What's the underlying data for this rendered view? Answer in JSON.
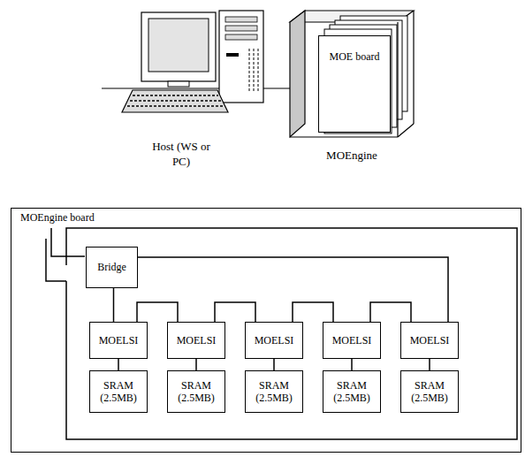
{
  "diagram": {
    "nodes": [
      {
        "text": [
          "MOEngine"
        ]
      },
      {
        "text": [
          "MOE board"
        ],
        "in": 0
      },
      {
        "text": [
          "MOEngine board"
        ]
      },
      {
        "text": [
          "Bridge"
        ],
        "in": 2
      },
      {
        "text": [
          "MOELSI"
        ],
        "in": 2
      },
      {
        "text": [
          "MOELSI"
        ],
        "in": 2
      },
      {
        "text": [
          "MOELSI"
        ],
        "in": 2
      },
      {
        "text": [
          "MOELSI"
        ],
        "in": 2
      },
      {
        "text": [
          "MOELSI"
        ],
        "in": 2
      },
      {
        "text": [
          "SRAM (2.5MB)"
        ],
        "in": 2
      },
      {
        "text": [
          "SRAM (2.5MB)"
        ],
        "in": 2
      },
      {
        "text": [
          "SRAM (2.5MB)"
        ],
        "in": 2
      },
      {
        "text": [
          "SRAM (2.5MB)"
        ],
        "in": 2
      },
      {
        "text": [
          "SRAM (2.5MB)"
        ],
        "in": 2
      }
    ],
    "edges": [
      {
        "from": 3,
        "to": 4,
        "arrow": "none"
      },
      {
        "from": 4,
        "to": 5,
        "arrow": "none"
      },
      {
        "from": 5,
        "to": 6,
        "arrow": "none"
      },
      {
        "from": 6,
        "to": 7,
        "arrow": "none"
      },
      {
        "from": 7,
        "to": 8,
        "arrow": "none"
      },
      {
        "from": 3,
        "to": 8,
        "arrow": "none"
      },
      {
        "from": 4,
        "to": 9,
        "arrow": "none"
      },
      {
        "from": 5,
        "to": 10,
        "arrow": "none"
      },
      {
        "from": 6,
        "to": 11,
        "arrow": "none"
      },
      {
        "from": 7,
        "to": 12,
        "arrow": "none"
      },
      {
        "from": 8,
        "to": 13,
        "arrow": "none"
      }
    ],
    "labels": [
      "Host (WS or PC)"
    ]
  }
}
